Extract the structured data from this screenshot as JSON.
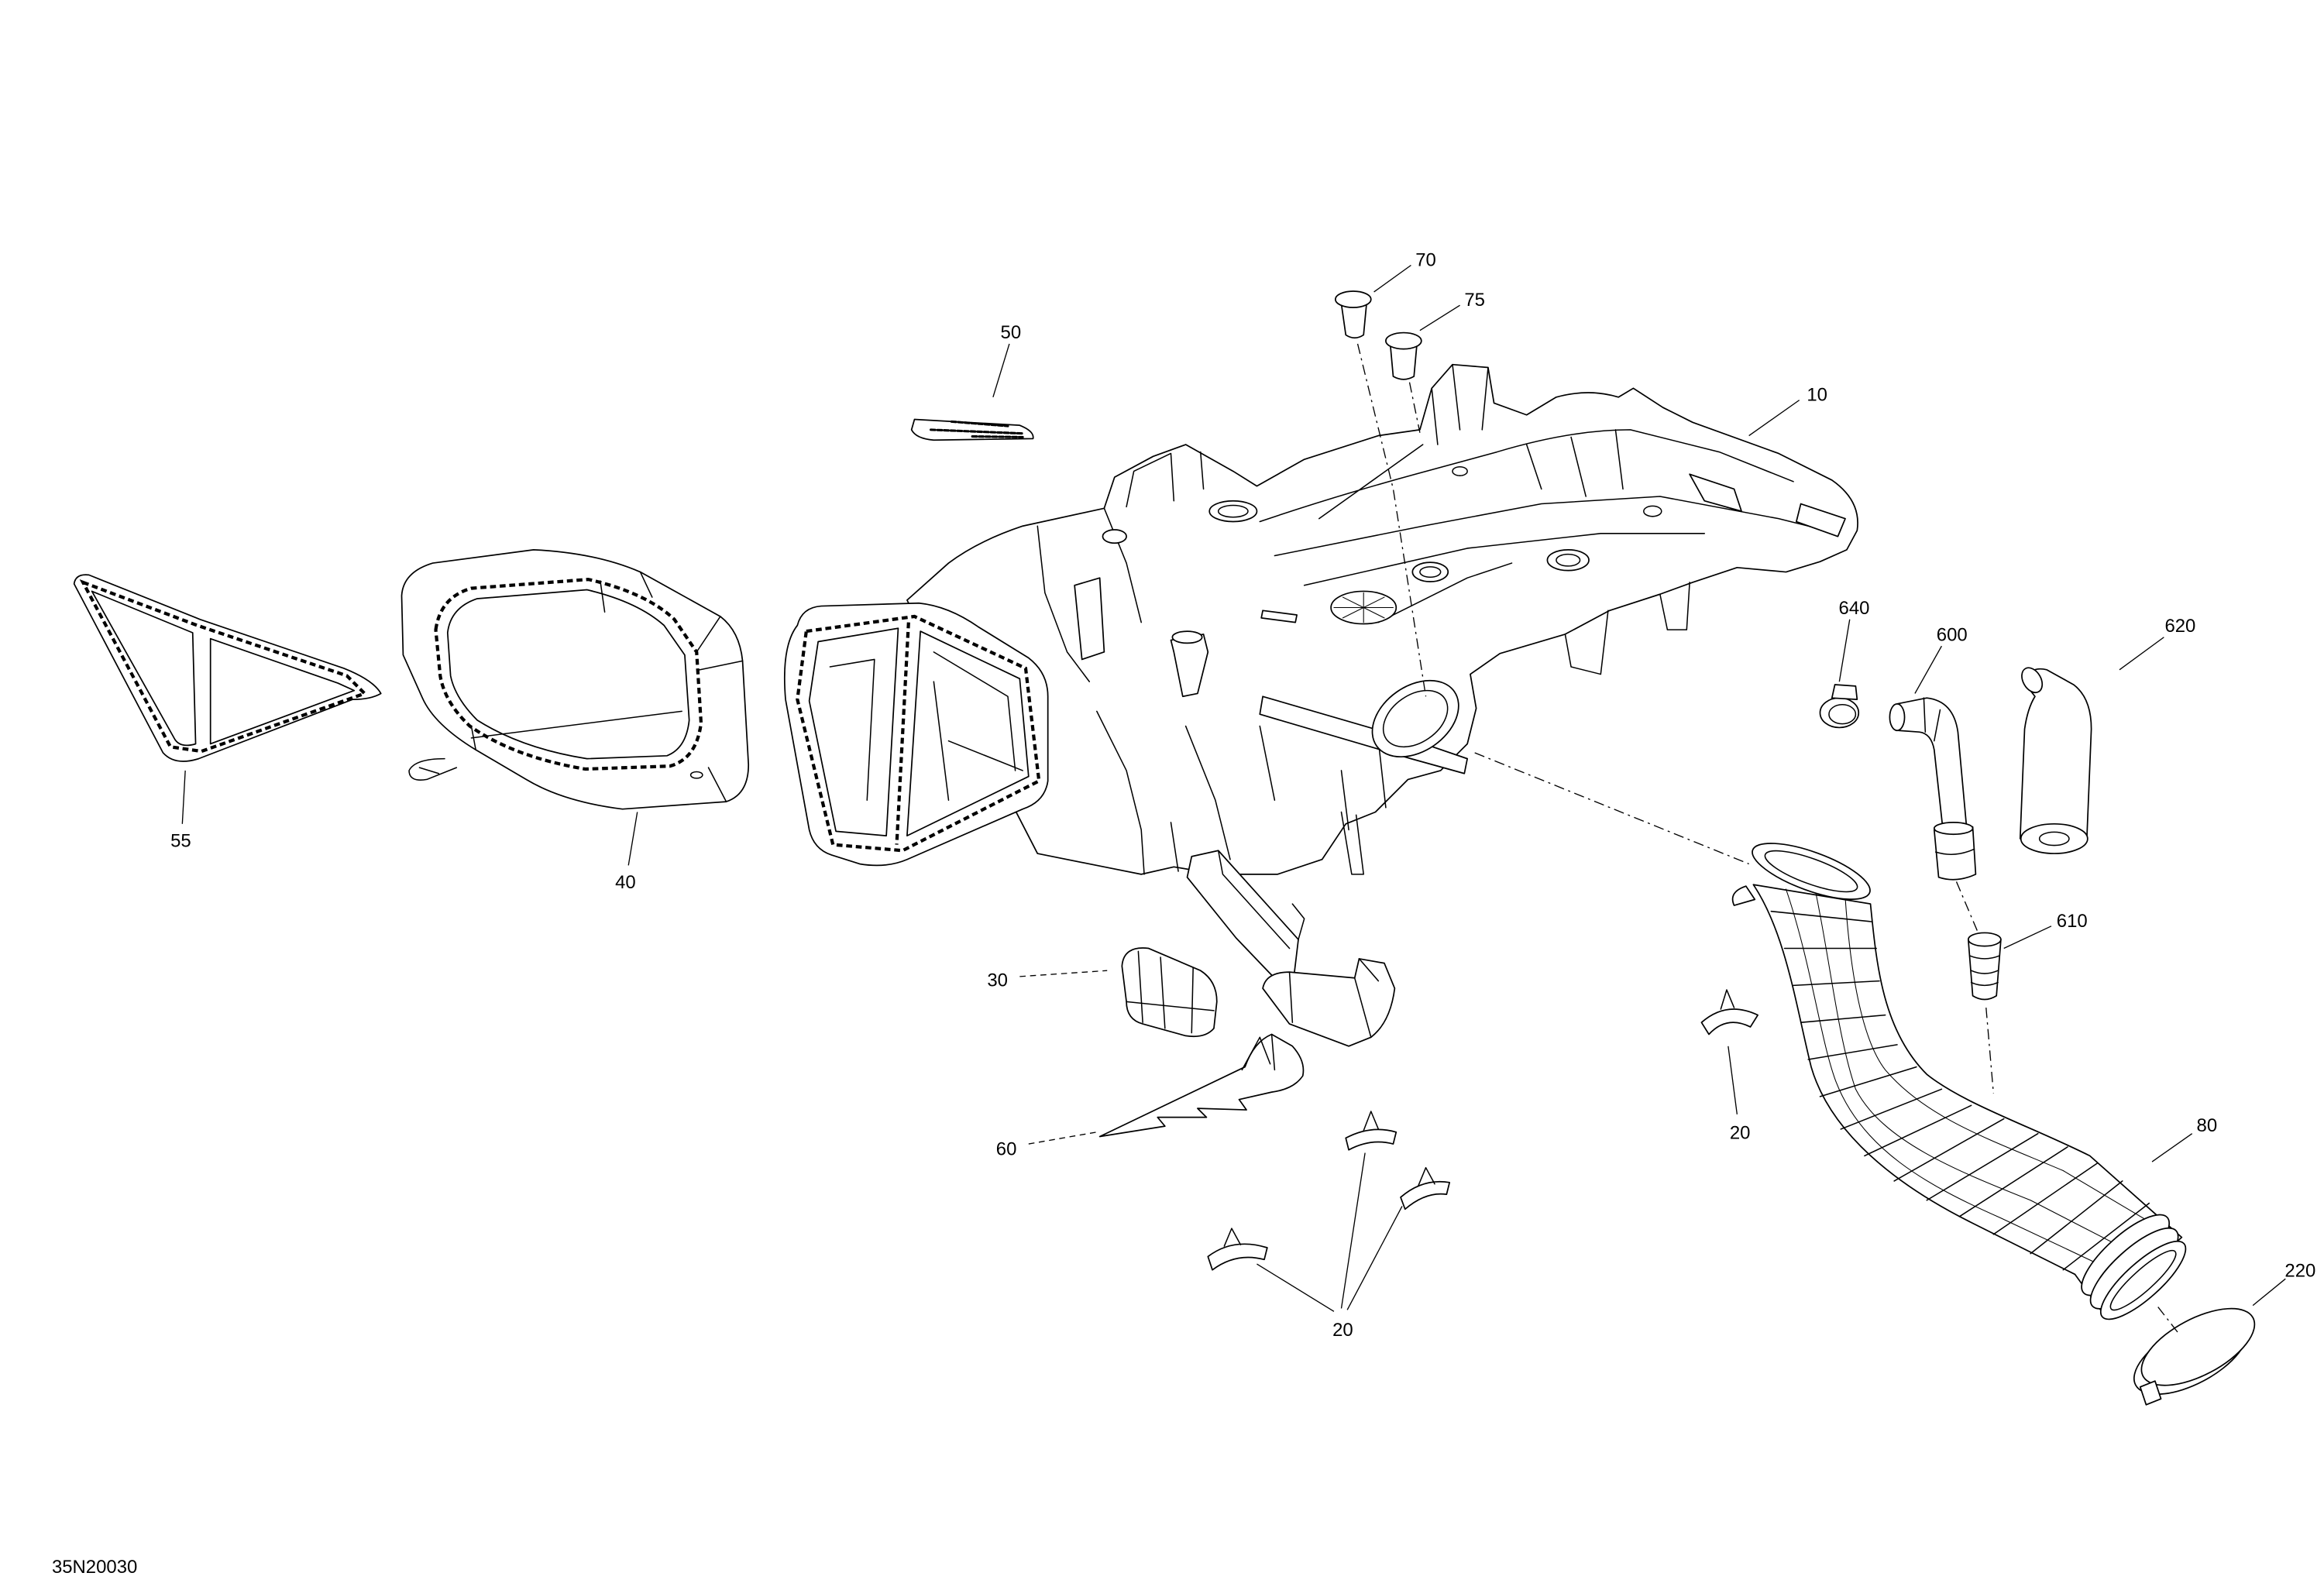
{
  "callouts": [
    "70",
    "75",
    "50",
    "10",
    "640",
    "600",
    "620",
    "55",
    "40",
    "610",
    "30",
    "20",
    "80",
    "60",
    "20",
    "220"
  ],
  "drawing_id": "35N20030"
}
